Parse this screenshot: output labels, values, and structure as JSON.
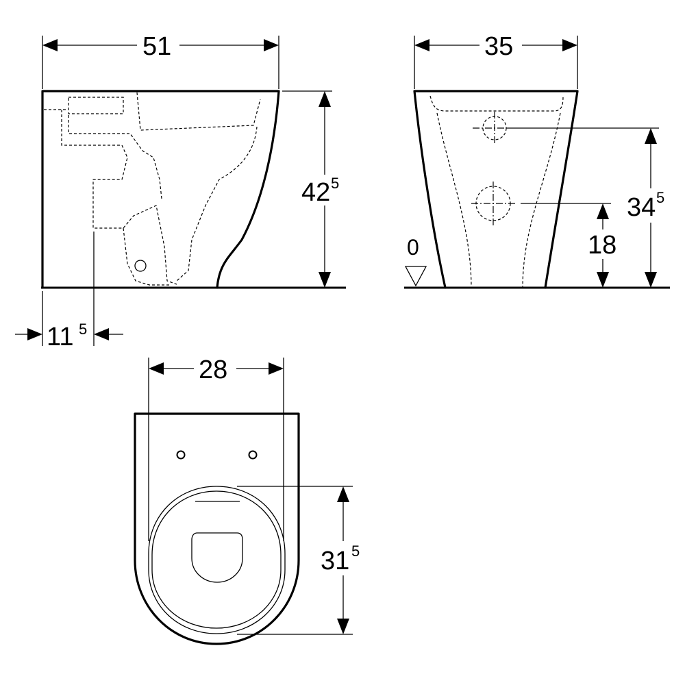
{
  "side_view": {
    "width_dim": {
      "value": "51",
      "sup": ""
    },
    "height_dim": {
      "value": "42",
      "sup": "5"
    },
    "offset_dim": {
      "value": "11",
      "sup": "5"
    }
  },
  "front_view": {
    "width_dim": {
      "value": "35",
      "sup": ""
    },
    "upper_connection_dim": {
      "value": "34",
      "sup": "5"
    },
    "lower_connection_dim": {
      "value": "18",
      "sup": ""
    },
    "floor_level": "0"
  },
  "top_view": {
    "width_dim": {
      "value": "28",
      "sup": ""
    },
    "depth_dim": {
      "value": "31",
      "sup": "5"
    }
  }
}
